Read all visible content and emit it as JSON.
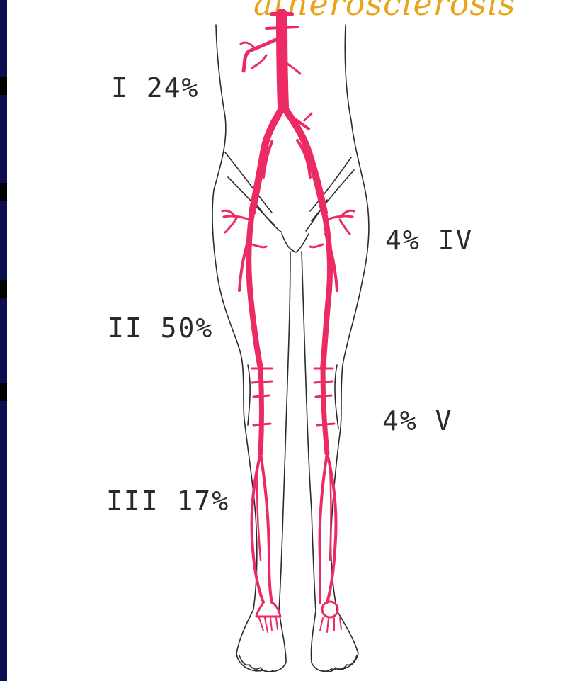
{
  "watermark": {
    "text": "atherosclerosis"
  },
  "labels": {
    "region_1": "I 24%",
    "region_2": "II 50%",
    "region_3": "III 17%",
    "region_4": "4% IV",
    "region_5": "4% V"
  },
  "colors": {
    "artery": "#ec2a63",
    "outline": "#2b2b2b",
    "watermark": "#e8a51b",
    "left_stripe": "#0d0d52"
  }
}
